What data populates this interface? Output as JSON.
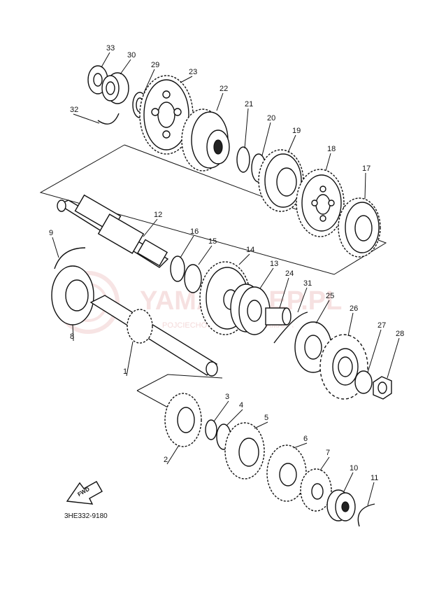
{
  "diagram": {
    "drawing_code": "3HE332-9180",
    "fwd_label": "FWD",
    "watermark_text": "YAMASKLEP.PL",
    "watermark_subtext": "POJCIECHOWSKI DEALER YAMAHA",
    "labels": [
      {
        "id": "33",
        "text": "33"
      },
      {
        "id": "30",
        "text": "30"
      },
      {
        "id": "29",
        "text": "29"
      },
      {
        "id": "23",
        "text": "23"
      },
      {
        "id": "22",
        "text": "22"
      },
      {
        "id": "21",
        "text": "21"
      },
      {
        "id": "20",
        "text": "20"
      },
      {
        "id": "19",
        "text": "19"
      },
      {
        "id": "18",
        "text": "18"
      },
      {
        "id": "17",
        "text": "17"
      },
      {
        "id": "32",
        "text": "32"
      },
      {
        "id": "12",
        "text": "12"
      },
      {
        "id": "9",
        "text": "9"
      },
      {
        "id": "16",
        "text": "16"
      },
      {
        "id": "15",
        "text": "15"
      },
      {
        "id": "14",
        "text": "14"
      },
      {
        "id": "13",
        "text": "13"
      },
      {
        "id": "24",
        "text": "24"
      },
      {
        "id": "31",
        "text": "31"
      },
      {
        "id": "25",
        "text": "25"
      },
      {
        "id": "26",
        "text": "26"
      },
      {
        "id": "27",
        "text": "27"
      },
      {
        "id": "28",
        "text": "28"
      },
      {
        "id": "8",
        "text": "8"
      },
      {
        "id": "1",
        "text": "1"
      },
      {
        "id": "3",
        "text": "3"
      },
      {
        "id": "4",
        "text": "4"
      },
      {
        "id": "5",
        "text": "5"
      },
      {
        "id": "2",
        "text": "2"
      },
      {
        "id": "6",
        "text": "6"
      },
      {
        "id": "7",
        "text": "7"
      },
      {
        "id": "10",
        "text": "10"
      },
      {
        "id": "11",
        "text": "11"
      }
    ]
  }
}
